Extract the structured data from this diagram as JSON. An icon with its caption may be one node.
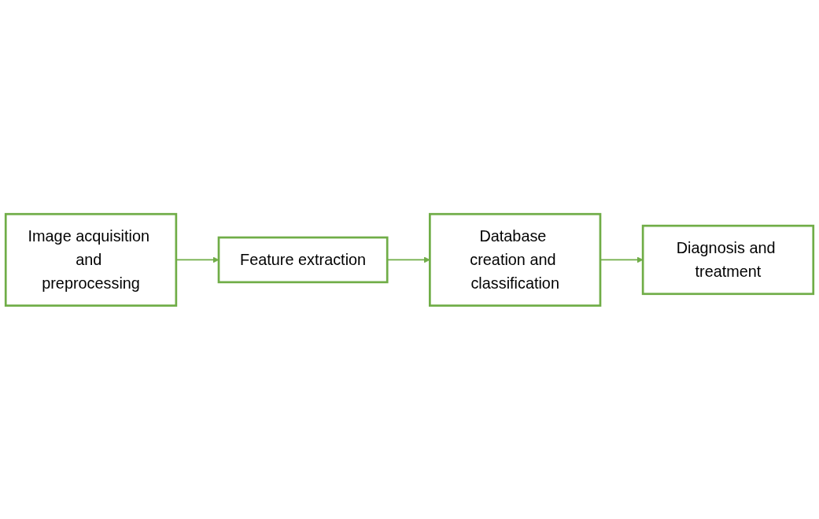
{
  "diagram": {
    "nodes": [
      {
        "text": [
          "Image acquisition and preprocessing"
        ]
      },
      {
        "text": [
          "Feature extraction"
        ]
      },
      {
        "text": [
          "Database creation and classification"
        ]
      },
      {
        "text": [
          "Diagnosis and treatment"
        ]
      }
    ],
    "edges": [
      {
        "from": 0,
        "to": 1,
        "arrow": "to"
      },
      {
        "from": 1,
        "to": 2,
        "arrow": "to"
      },
      {
        "from": 2,
        "to": 3,
        "arrow": "to"
      }
    ]
  }
}
